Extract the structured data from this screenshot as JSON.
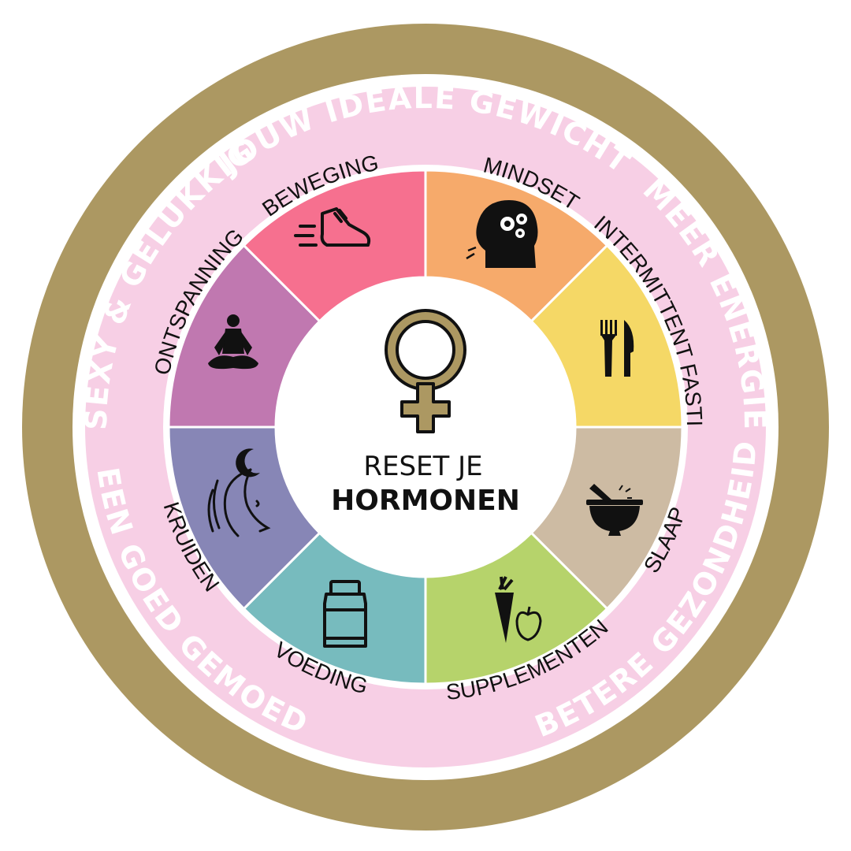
{
  "colors": {
    "gold": "#ac9862",
    "pink": "#f7cfe5",
    "white": "#ffffff",
    "black": "#111111"
  },
  "outer_ring": [
    {
      "label": "JOUW IDEALE GEWICHT"
    },
    {
      "label": "MEER ENERGIE"
    },
    {
      "label": "EEN GOED GEMOED"
    },
    {
      "label": "BETERE GEZONDHEID"
    },
    {
      "label": "SEXY & GELUKKIG"
    }
  ],
  "segments": [
    {
      "key": "mindset",
      "label": "MINDSET",
      "icon": "head-gears-icon",
      "color": "#f6aa6b"
    },
    {
      "key": "if",
      "label": "INTERMITTENT FASTING",
      "icon": "fork-knife-icon",
      "color": "#f5d866"
    },
    {
      "key": "kruiden",
      "label": "KRUIDEN",
      "icon": "mortar-pestle-icon",
      "color": "#cdbba3"
    },
    {
      "key": "voeding",
      "label": "VOEDING",
      "icon": "carrot-apple-icon",
      "color": "#b6d36b"
    },
    {
      "key": "supplementen",
      "label": "SUPPLEMENTEN",
      "icon": "supplement-jar-icon",
      "color": "#77bbbe"
    },
    {
      "key": "slaap",
      "label": "SLAAP",
      "icon": "sleeping-face-moon-icon",
      "color": "#8786b6"
    },
    {
      "key": "ontspanning",
      "label": "ONTSPANNING",
      "icon": "meditation-icon",
      "color": "#c078b0"
    },
    {
      "key": "beweging",
      "label": "BEWEGING",
      "icon": "running-shoe-icon",
      "color": "#f6708f"
    }
  ],
  "center": {
    "icon": "female-symbol-icon",
    "line1": "RESET JE",
    "line2": "HORMONEN"
  }
}
